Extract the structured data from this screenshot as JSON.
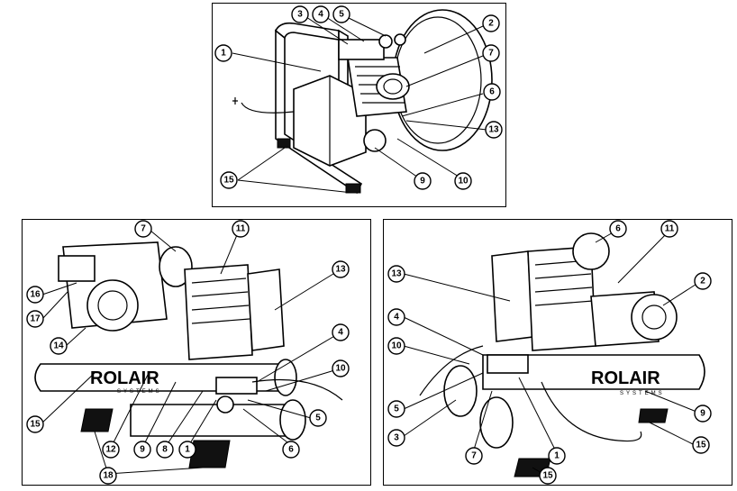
{
  "panels": {
    "top": {
      "callouts": [
        "1",
        "2",
        "3",
        "4",
        "5",
        "6",
        "7",
        "9",
        "10",
        "13",
        "15"
      ]
    },
    "left": {
      "brand": "ROLAIR",
      "brand_sub": "SYSTEMS",
      "callouts": [
        "1",
        "4",
        "5",
        "6",
        "7",
        "8",
        "9",
        "10",
        "11",
        "12",
        "13",
        "14",
        "15",
        "16",
        "17",
        "18"
      ]
    },
    "right": {
      "brand": "ROLAIR",
      "brand_sub": "SYSTEMS",
      "callouts": [
        "1",
        "2",
        "3",
        "4",
        "5",
        "6",
        "7",
        "9",
        "10",
        "11",
        "13",
        "15"
      ]
    }
  }
}
